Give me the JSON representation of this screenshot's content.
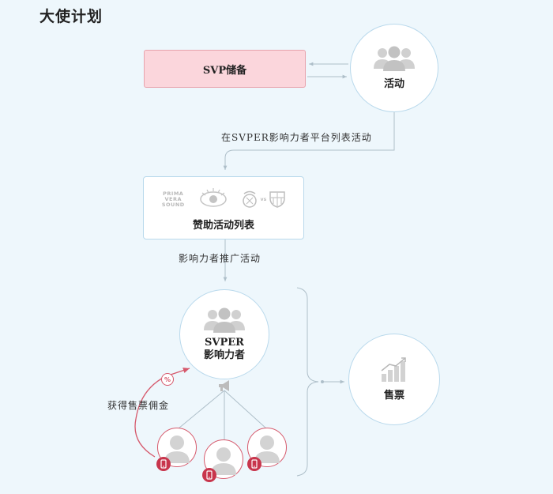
{
  "page": {
    "title": "大使计划"
  },
  "nodes": {
    "reserve": "SVP储备",
    "activity": "活动",
    "sponsored_list": "赞助活动列表",
    "svper_line1": "SVPER",
    "svper_line2": "影响力者",
    "tickets": "售票"
  },
  "edges": {
    "list_on_platform": "在SVPER影响力者平台列表活动",
    "promote": "影响力者推广活动",
    "commission": "获得售票佣金"
  },
  "sponsor_logos": {
    "primavera": [
      "PRIMA",
      "VERA",
      "SOUND"
    ],
    "vs": "vs"
  },
  "badges": {
    "percent": "%"
  },
  "colors": {
    "background": "#eef7fc",
    "accent_pink": "#d6596c",
    "reserve_fill": "#fbd6dc",
    "connector": "#aebfc9"
  }
}
